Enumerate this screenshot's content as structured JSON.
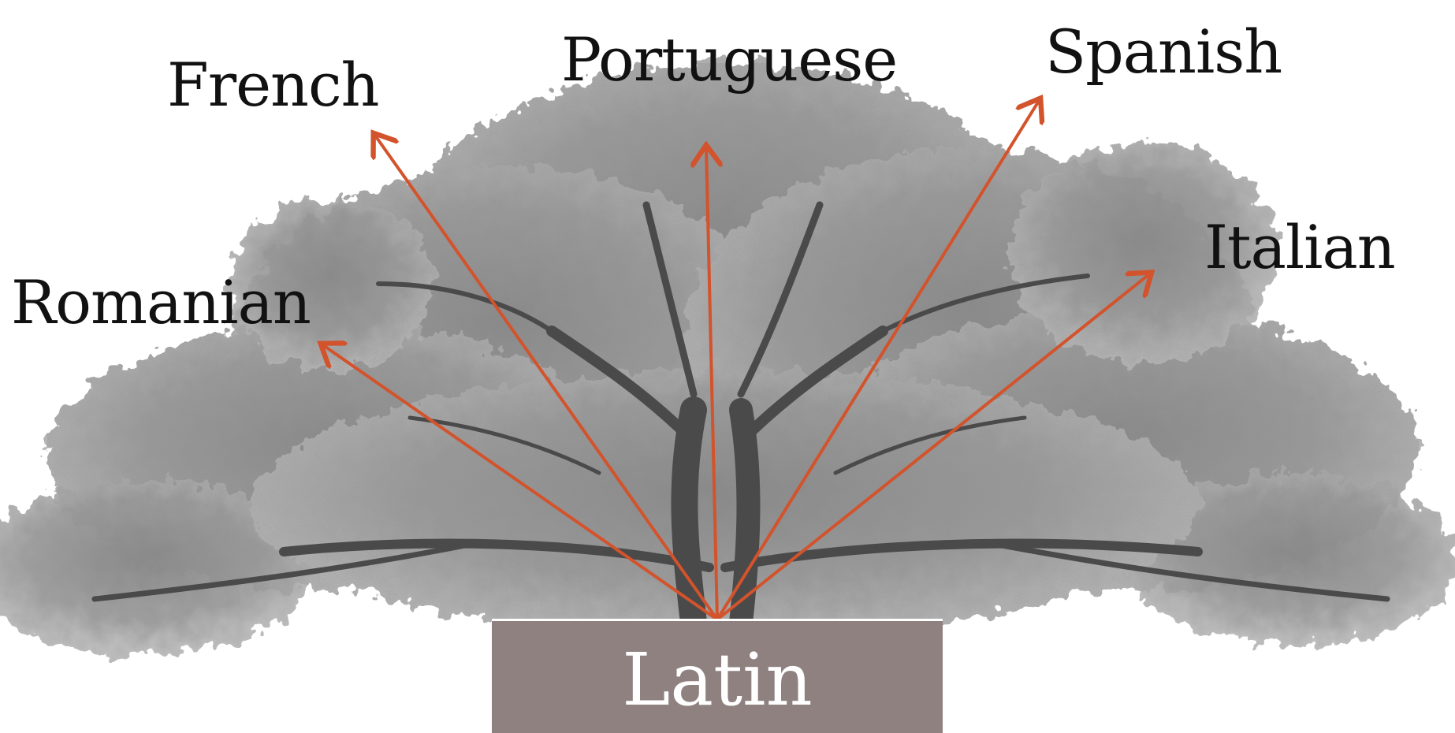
{
  "root": {
    "label": "Latin",
    "box_color": "#8e8180",
    "text_color": "#ffffff"
  },
  "branches": [
    {
      "id": "french",
      "label": "French"
    },
    {
      "id": "portuguese",
      "label": "Portuguese"
    },
    {
      "id": "spanish",
      "label": "Spanish"
    },
    {
      "id": "italian",
      "label": "Italian"
    },
    {
      "id": "romanian",
      "label": "Romanian"
    }
  ],
  "arrow_color": "#d2532c",
  "background": {
    "type": "tree-illustration",
    "tone": "grayscale"
  }
}
